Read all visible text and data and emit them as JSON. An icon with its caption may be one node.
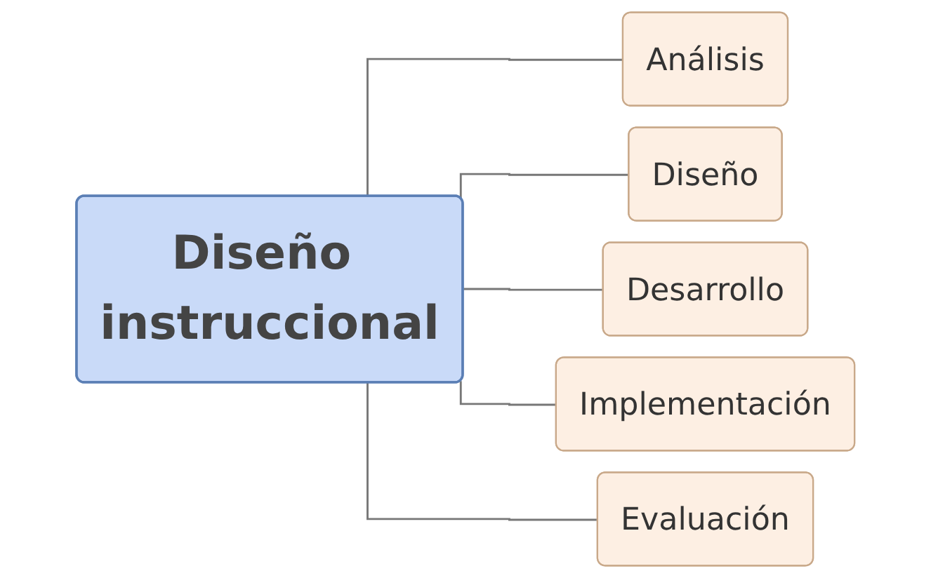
{
  "diagram": {
    "nodes": [
      {
        "text": [
          "Diseño instruccional"
        ]
      },
      {
        "text": [
          "Análisis"
        ]
      },
      {
        "text": [
          "Diseño"
        ]
      },
      {
        "text": [
          "Desarrollo"
        ]
      },
      {
        "text": [
          "Implementación"
        ]
      },
      {
        "text": [
          "Evaluación"
        ]
      }
    ],
    "edges": [
      {
        "from": 0,
        "to": 1,
        "arrow": "none"
      },
      {
        "from": 0,
        "to": 2,
        "arrow": "none"
      },
      {
        "from": 0,
        "to": 3,
        "arrow": "none"
      },
      {
        "from": 0,
        "to": 4,
        "arrow": "none"
      },
      {
        "from": 0,
        "to": 5,
        "arrow": "none"
      }
    ]
  }
}
